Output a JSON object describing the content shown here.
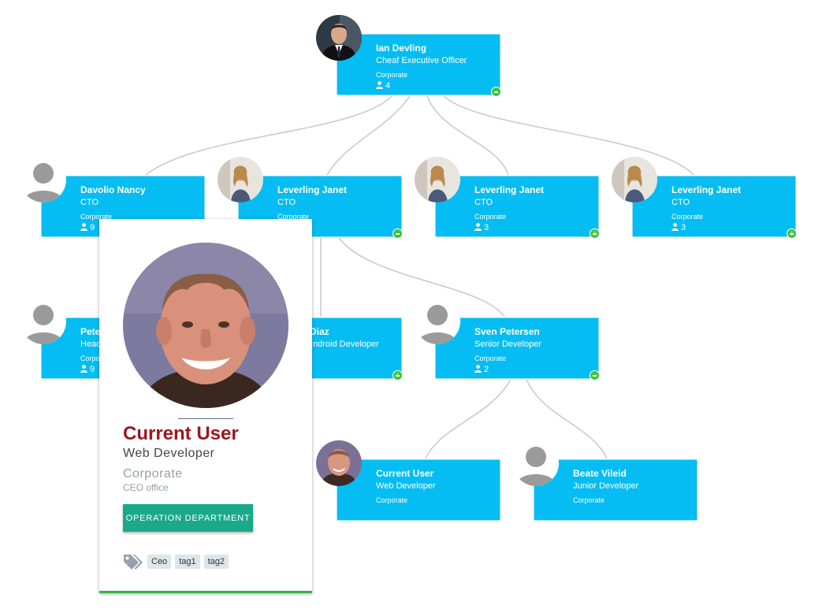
{
  "nodes": [
    {
      "name": "Ian Devling",
      "title": "Cheaf Executive Officer",
      "dept": "Corporate",
      "count": "4",
      "toggle": "minus"
    },
    {
      "name": "Davolio Nancy",
      "title": "CTO",
      "dept": "Corporate",
      "count": "9",
      "toggle": ""
    },
    {
      "name": "Leverling Janet",
      "title": "CTO",
      "dept": "Corporate",
      "count": "",
      "toggle": "minus"
    },
    {
      "name": "Leverling Janet",
      "title": "CTO",
      "dept": "Corporate",
      "count": "3",
      "toggle": "plus"
    },
    {
      "name": "Leverling Janet",
      "title": "CTO",
      "dept": "Corporate",
      "count": "3",
      "toggle": "plus"
    },
    {
      "name": "Pete",
      "title": "Head",
      "dept": "Corpo",
      "count": "9",
      "toggle": ""
    },
    {
      "name": "Diaz",
      "title": "ndroid Developer",
      "dept": "",
      "count": "",
      "toggle": "plus"
    },
    {
      "name": "Sven Petersen",
      "title": "Senior Developer",
      "dept": "Corporate",
      "count": "2",
      "toggle": "minus"
    },
    {
      "name": "Current User",
      "title": "Web Developer",
      "dept": "Corporate",
      "count": "",
      "toggle": ""
    },
    {
      "name": "Beate Vileid",
      "title": "Junior Developer",
      "dept": "Corporate",
      "count": "",
      "toggle": ""
    }
  ],
  "card": {
    "name": "Current User",
    "title": "Web Developer",
    "dept": "Corporate",
    "office": "CEO office",
    "button": "OPERATION DEPARTMENT",
    "tags": [
      "Ceo",
      "tag1",
      "tag2"
    ]
  },
  "colors": {
    "node_bg": "#05bdf2",
    "toggle": "#3ec43e",
    "card_name": "#9b1820",
    "button": "#1aa98a",
    "card_accent": "#3bb34a",
    "link": "#c8c8c8"
  },
  "icons": {
    "node_avatar": "person-icon",
    "count_icon": "user-icon",
    "tag_icon": "tags-icon"
  }
}
